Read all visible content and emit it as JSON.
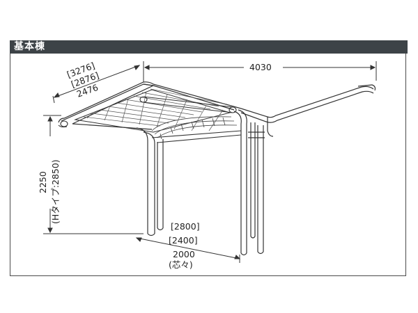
{
  "header": {
    "title": "基本棟"
  },
  "dimensions": {
    "width_total": "4030",
    "depth_options": [
      "[3276]",
      "[2876]",
      "2476"
    ],
    "height": "2250",
    "height_h_type": "(Hタイプ:2850)",
    "span_options": [
      "[2800]",
      "[2400]",
      "2000"
    ],
    "span_note": "(芯々)"
  },
  "colors": {
    "header_bg": "#3d4347",
    "line": "#333333"
  }
}
